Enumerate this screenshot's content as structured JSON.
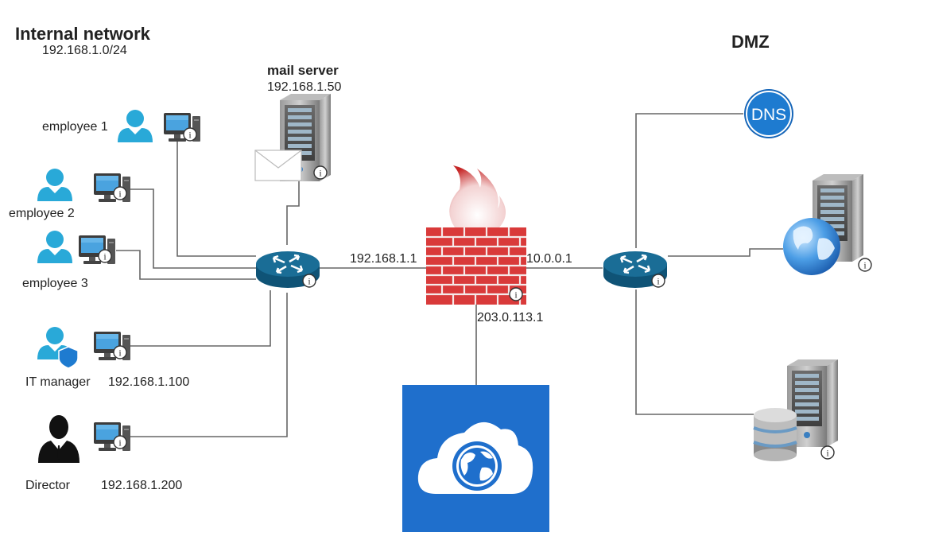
{
  "internal": {
    "title": "Internal network",
    "subnet": "192.168.1.0/24"
  },
  "dmz": {
    "title": "DMZ"
  },
  "mail_server": {
    "label": "mail server",
    "ip": "192.168.1.50"
  },
  "users": {
    "employee1": "employee 1",
    "employee2": "employee 2",
    "employee3": "employee 3",
    "it_manager": "IT manager",
    "it_manager_ip": "192.168.1.100",
    "director": "Director",
    "director_ip": "192.168.1.200"
  },
  "firewall": {
    "internal_ip": "192.168.1.1",
    "dmz_ip": "10.0.0.1",
    "external_ip": "203.0.113.1"
  },
  "dns": {
    "icon_text": "DNS"
  },
  "colors": {
    "router": "#1a6d96",
    "person": "#29a9d8",
    "brick": "#d93a3a",
    "cloud_bg": "#1f6fcc",
    "dns": "#1e7bd0",
    "line": "#666666"
  },
  "icons": [
    "person-icon",
    "computer-icon",
    "server-icon",
    "mail-envelope-icon",
    "router-icon",
    "firewall-icon",
    "cloud-globe-icon",
    "dns-icon",
    "globe-icon",
    "database-icon",
    "info-icon",
    "shield-icon",
    "businessman-icon"
  ]
}
